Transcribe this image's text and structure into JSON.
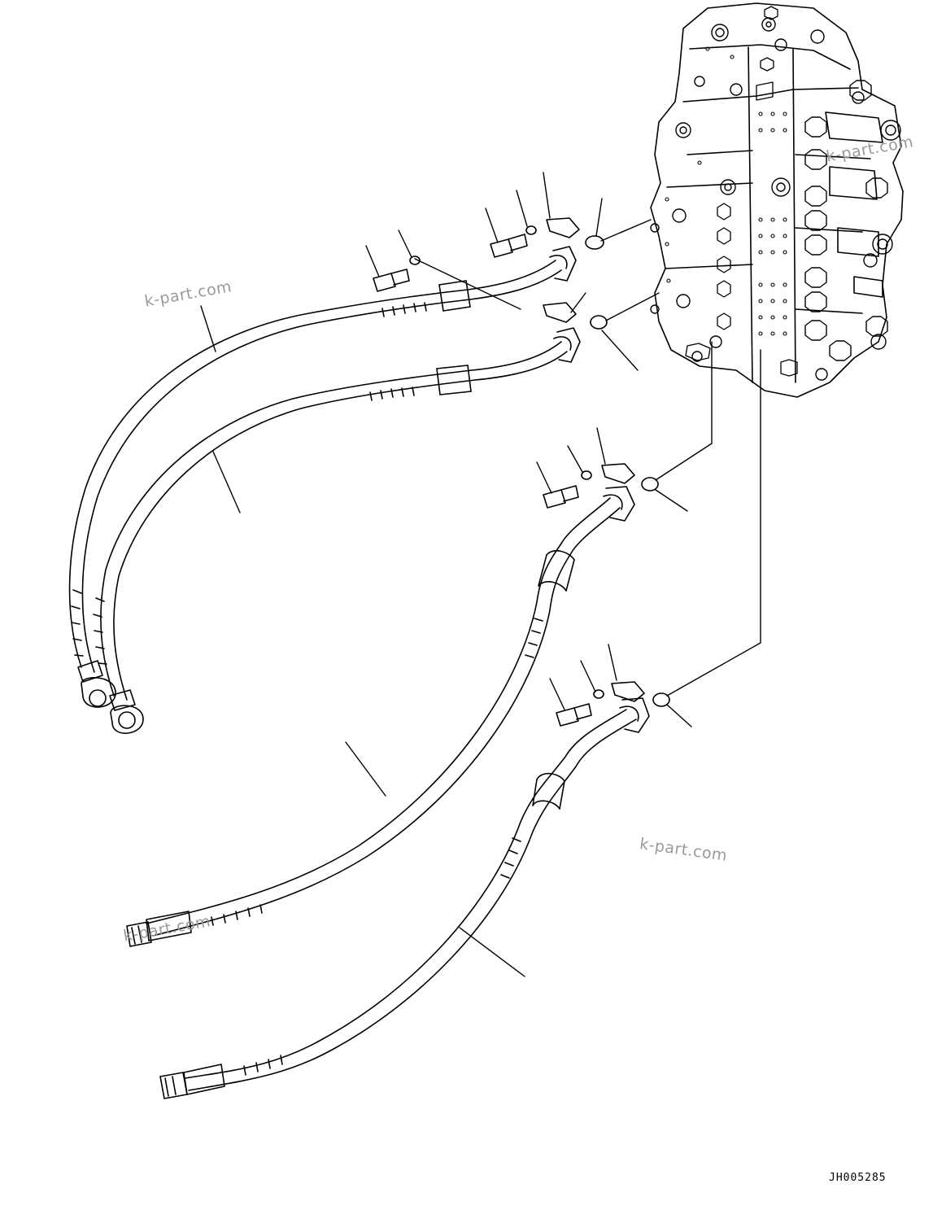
{
  "drawing": {
    "code": "JH005285"
  },
  "watermarks": [
    "k-part.com",
    "k-part.com",
    "k-part.com",
    "k-part.com"
  ]
}
